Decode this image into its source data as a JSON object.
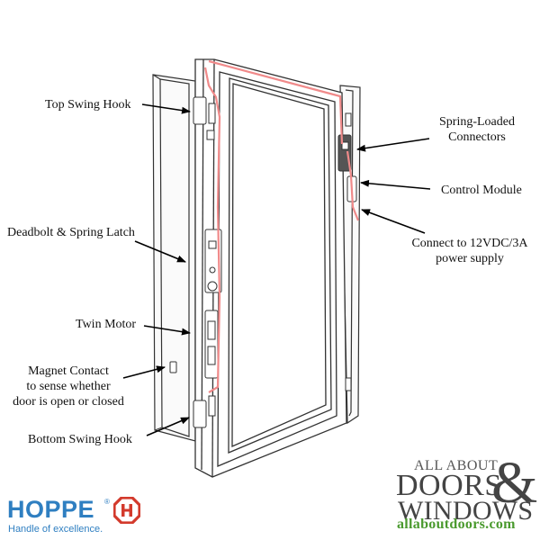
{
  "labels": {
    "top_swing_hook": "Top Swing Hook",
    "deadbolt_latch": "Deadbolt & Spring Latch",
    "twin_motor": "Twin Motor",
    "magnet_line1": "Magnet Contact",
    "magnet_line2": "to sense whether",
    "magnet_line3": "door is open or closed",
    "bottom_swing_hook": "Bottom Swing Hook",
    "spring_line1": "Spring-Loaded",
    "spring_line2": "Connectors",
    "control_module": "Control Module",
    "power_line1": "Connect to 12VDC/3A",
    "power_line2": "power supply"
  },
  "logos": {
    "hoppe": {
      "wordmark": "HOPPE",
      "registered": "®",
      "tagline": "Handle of excellence.",
      "color": "#2f7fc1",
      "icon": "hoppe-h-octagon-icon"
    },
    "allaboutdoors": {
      "line1": "ALL ABOUT",
      "line2": "DOORS",
      "amp": "&",
      "line3": "WINDOWS",
      "url": "allaboutdoors.com",
      "text_color": "#444444",
      "url_color": "#4a9a2e"
    }
  },
  "colors": {
    "wire": "#f08a8a",
    "outline": "#333333",
    "arrow": "#000000"
  }
}
